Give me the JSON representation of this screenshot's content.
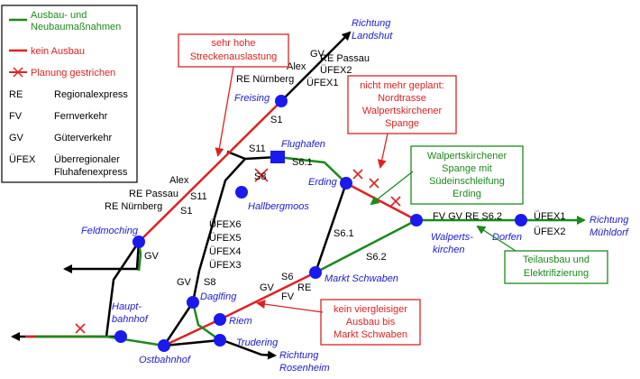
{
  "legend": {
    "green_line": "Ausbau- und",
    "green_line2": "Neubaumaßnahmen",
    "red_line": "kein Ausbau",
    "red_cross": "Planung gestrichen",
    "re": "RE",
    "re_desc": "Regionalexpress",
    "fv": "FV",
    "fv_desc": "Fernverkehr",
    "gv": "GV",
    "gv_desc": "Güterverkehr",
    "uefex": "ÜFEX",
    "uefex_desc": "Überregionaler",
    "uefex_desc2": "Fluhafenexpress"
  },
  "stations": {
    "freising": "Freising",
    "flughafen": "Flughafen",
    "hallbergmoos": "Hallbergmoos",
    "erding": "Erding",
    "feldmoching": "Feldmoching",
    "markt_schwaben": "Markt Schwaben",
    "walpertskirchen1": "Walperts-",
    "walpertskirchen2": "kirchen",
    "dorfen": "Dorfen",
    "daglfing": "Daglfing",
    "riem": "Riem",
    "trudering": "Trudering",
    "hbf1": "Haupt-",
    "hbf2": "bahnhof",
    "ostbahnhof": "Ostbahnhof",
    "landshut1": "Richtung",
    "landshut2": "Landshut",
    "muehldorf1": "Richtung",
    "muehldorf2": "Mühldorf",
    "rosenheim1": "Richtung",
    "rosenheim2": "Rosenheim"
  },
  "line_labels": {
    "gv_top": "GV",
    "alex_top": "Alex",
    "re_passau_top": "RE Passau",
    "uefex2_top": "ÜFEX2",
    "re_nbg_top": "RE Nürnberg",
    "uefex1_top": "ÜFEX1",
    "s1_top": "S1",
    "s11_a": "S11",
    "s8_a": "S8",
    "s61_a": "S6.1",
    "alex_left": "Alex",
    "re_passau_left": "RE Passau",
    "s11_left": "S11",
    "re_nbg_left": "RE Nürnberg",
    "s1_left": "S1",
    "uefex6": "ÜFEX6",
    "uefex5": "ÜFEX5",
    "uefex4": "ÜFEX4",
    "uefex3": "ÜFEX3",
    "gv_feld": "GV",
    "gv_dag": "GV",
    "s8_dag": "S8",
    "s61_b": "S6.1",
    "s62_b": "S6.2",
    "s6": "S6",
    "gv_s6": "GV",
    "re_s6": "RE",
    "fv_s6": "FV",
    "east_services": "FV GV RE S6.2",
    "uefex1_east": "ÜFEX1",
    "uefex2_east": "ÜFEX2"
  },
  "notes": {
    "hohe1": "sehr hohe",
    "hohe2": "Streckenauslastung",
    "nord1": "nicht mehr geplant:",
    "nord2": "Nordtrasse",
    "nord3": "Walpertskirchener",
    "nord4": "Spange",
    "spange1": "Walpertskirchener",
    "spange2": "Spange mit",
    "spange3": "Südeinschleifung",
    "spange4": "Erding",
    "teil1": "Teilausbau und",
    "teil2": "Elektrifizierung",
    "vier1": "kein viergleisiger",
    "vier2": "Ausbau bis",
    "vier3": "Markt Schwaben"
  },
  "colors": {
    "green": "#1b8a1b",
    "red": "#dd2222",
    "black": "#000000",
    "station": "#1a1aee"
  }
}
